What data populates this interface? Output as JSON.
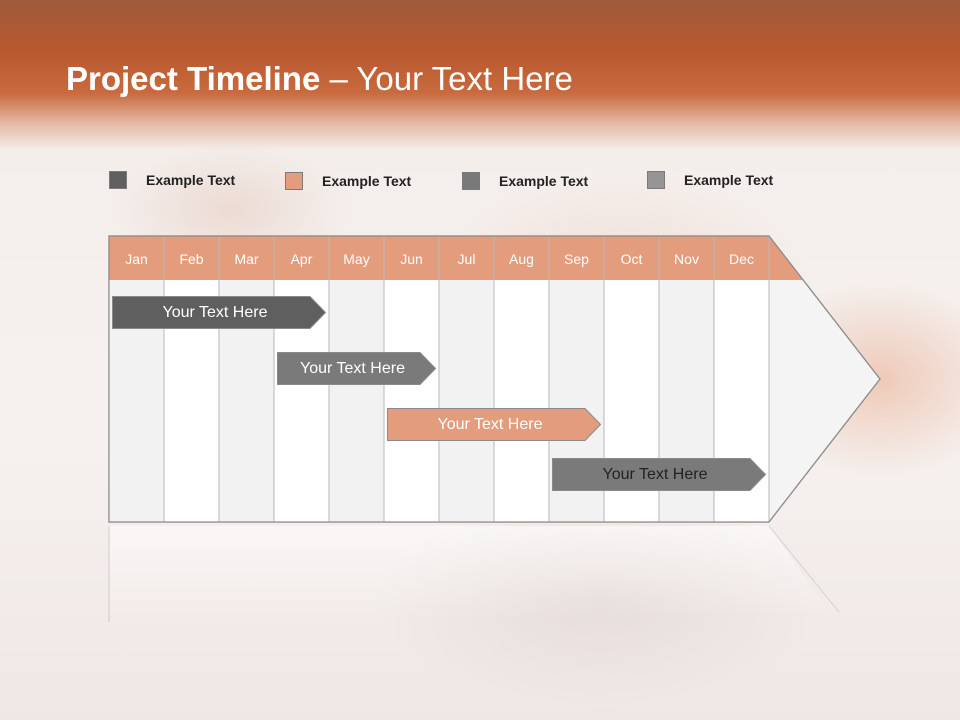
{
  "title": {
    "bold": "Project Timeline",
    "rest": " – Your Text Here"
  },
  "legend": [
    {
      "label": "Example Text",
      "color": "#5f5f5f"
    },
    {
      "label": "Example Text",
      "color": "#e39c7c"
    },
    {
      "label": "Example Text",
      "color": "#797979"
    },
    {
      "label": "Example Text",
      "color": "#959595"
    }
  ],
  "months": [
    "Jan",
    "Feb",
    "Mar",
    "Apr",
    "May",
    "Jun",
    "Jul",
    "Aug",
    "Sep",
    "Oct",
    "Nov",
    "Dec"
  ],
  "tasks": [
    {
      "label": "Your  Text Here",
      "start_month": "Jan",
      "end_month": "Apr",
      "color": "#5f5f5f"
    },
    {
      "label": "Your  Text Here",
      "start_month": "Apr",
      "end_month": "Jun",
      "color": "#7a7a7a"
    },
    {
      "label": "Your  Text Here",
      "start_month": "Jun",
      "end_month": "Sep",
      "color": "#e39c7c"
    },
    {
      "label": "Your  Text Here",
      "start_month": "Sep",
      "end_month": "Dec",
      "color": "#7a7a7a"
    }
  ],
  "colors": {
    "header": "#c45f33",
    "month_header": "#e39c7c",
    "grid_line": "#b8b8b8"
  }
}
